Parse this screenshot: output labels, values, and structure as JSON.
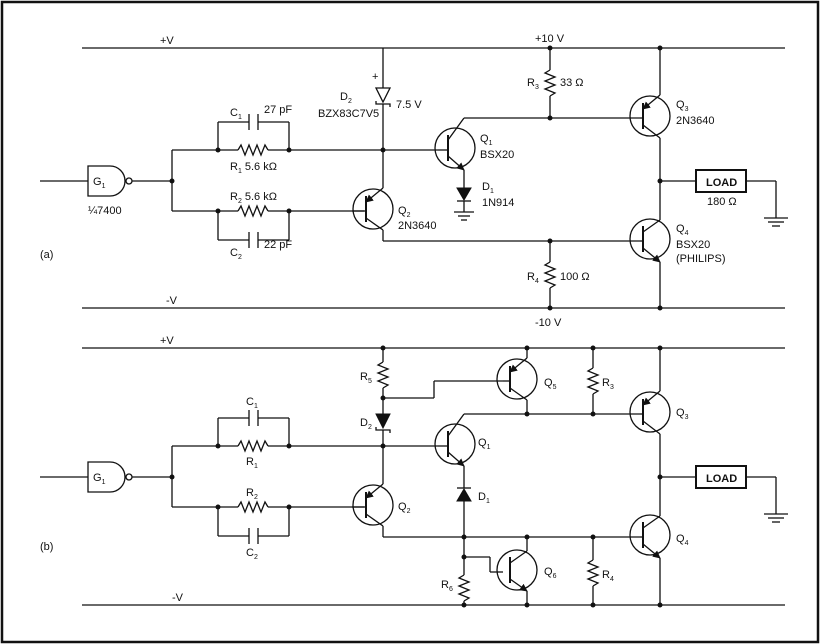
{
  "circuit_a": {
    "id_label": "(a)",
    "pos_rail": "+V",
    "neg_rail": "-V",
    "pos_supply": "+10 V",
    "neg_supply": "-10 V",
    "gate": {
      "name": "G",
      "sub": "1",
      "part": "¼7400"
    },
    "c1": {
      "name": "C",
      "sub": "1",
      "value": "27 pF"
    },
    "r1": {
      "name": "R",
      "sub": "1",
      "value": "5.6 kΩ"
    },
    "r2": {
      "name": "R",
      "sub": "2",
      "value": "5.6 kΩ"
    },
    "c2": {
      "name": "C",
      "sub": "2",
      "value": "22 pF"
    },
    "d2": {
      "name": "D",
      "sub": "2",
      "part": "BZX83C7V5",
      "value": "7.5 V",
      "polarity": "+"
    },
    "q1": {
      "name": "Q",
      "sub": "1",
      "part": "BSX20"
    },
    "d1": {
      "name": "D",
      "sub": "1",
      "part": "1N914"
    },
    "q2": {
      "name": "Q",
      "sub": "2",
      "part": "2N3640"
    },
    "r3": {
      "name": "R",
      "sub": "3",
      "value": "33 Ω"
    },
    "r4": {
      "name": "R",
      "sub": "4",
      "value": "100 Ω"
    },
    "q3": {
      "name": "Q",
      "sub": "3",
      "part": "2N3640"
    },
    "q4": {
      "name": "Q",
      "sub": "4",
      "part": "BSX20",
      "maker": "(PHILIPS)"
    },
    "load": {
      "label": "LOAD",
      "value": "180 Ω"
    }
  },
  "circuit_b": {
    "id_label": "(b)",
    "pos_rail": "+V",
    "neg_rail": "-V",
    "gate": {
      "name": "G",
      "sub": "1"
    },
    "c1": {
      "name": "C",
      "sub": "1"
    },
    "r1": {
      "name": "R",
      "sub": "1"
    },
    "r2": {
      "name": "R",
      "sub": "2"
    },
    "c2": {
      "name": "C",
      "sub": "2"
    },
    "r5": {
      "name": "R",
      "sub": "5"
    },
    "d2": {
      "name": "D",
      "sub": "2"
    },
    "q1": {
      "name": "Q",
      "sub": "1"
    },
    "d1": {
      "name": "D",
      "sub": "1"
    },
    "q2": {
      "name": "Q",
      "sub": "2"
    },
    "q5": {
      "name": "Q",
      "sub": "5"
    },
    "q6": {
      "name": "Q",
      "sub": "6"
    },
    "r3": {
      "name": "R",
      "sub": "3"
    },
    "r4": {
      "name": "R",
      "sub": "4"
    },
    "r6": {
      "name": "R",
      "sub": "6"
    },
    "q3": {
      "name": "Q",
      "sub": "3"
    },
    "q4": {
      "name": "Q",
      "sub": "4"
    },
    "load": {
      "label": "LOAD"
    }
  }
}
